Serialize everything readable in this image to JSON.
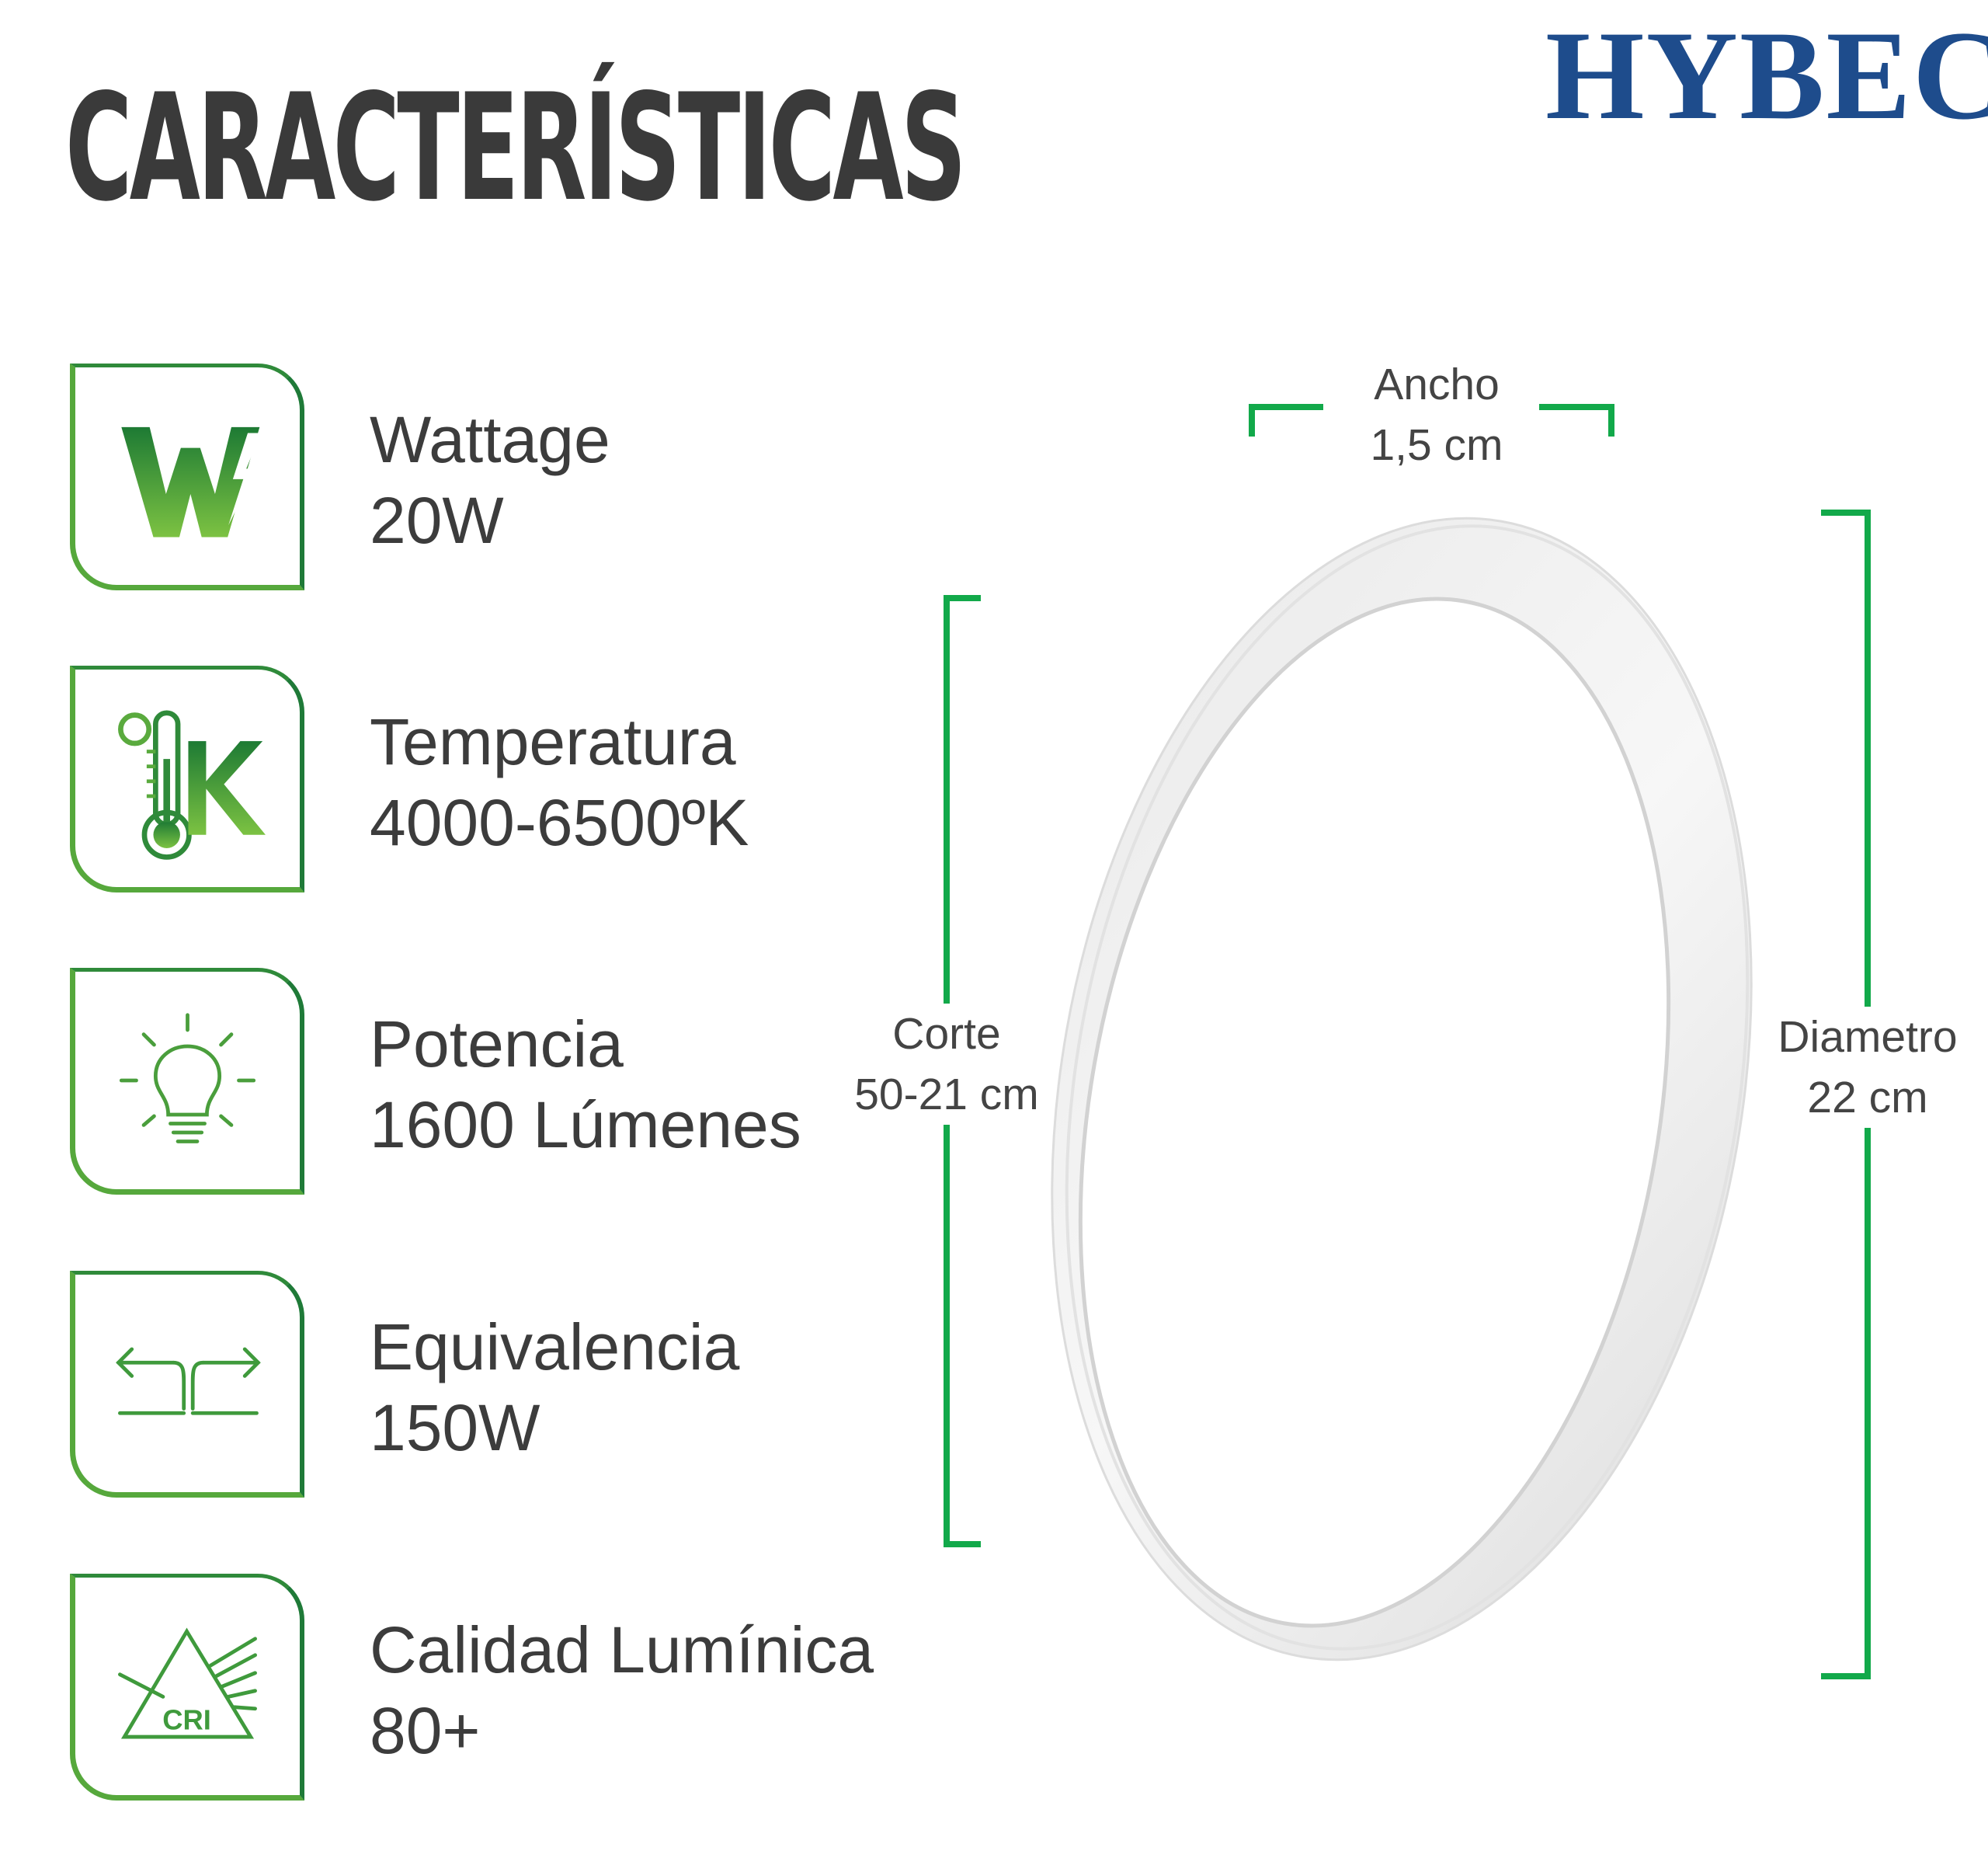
{
  "header": {
    "title": "CARACTERÍSTICAS",
    "brand": "HYBEC"
  },
  "colors": {
    "green_dark": "#1f7a38",
    "green_light": "#6ab744",
    "bracket_green": "#12a94a",
    "brand_blue": "#1e4c8c",
    "text_gray": "#3c3c3c"
  },
  "features": [
    {
      "icon": "wattage-w-icon",
      "label": "Wattage",
      "value": "20W"
    },
    {
      "icon": "thermometer-kelvin-icon",
      "label": "Temperatura",
      "value": "4000-6500ºK"
    },
    {
      "icon": "lightbulb-icon",
      "label": "Potencia",
      "value": "1600 Lúmenes"
    },
    {
      "icon": "equivalence-arrows-icon",
      "label": "Equivalencia",
      "value": "150W"
    },
    {
      "icon": "cri-prism-icon",
      "label": "Calidad Lumínica",
      "value": "80+",
      "icon_text": "CRI"
    }
  ],
  "dimensions": {
    "width": {
      "label": "Ancho",
      "value": "1,5 cm"
    },
    "cut": {
      "label": "Corte",
      "value": "50-21 cm"
    },
    "diameter": {
      "label": "Diametro",
      "value": "22 cm"
    }
  }
}
